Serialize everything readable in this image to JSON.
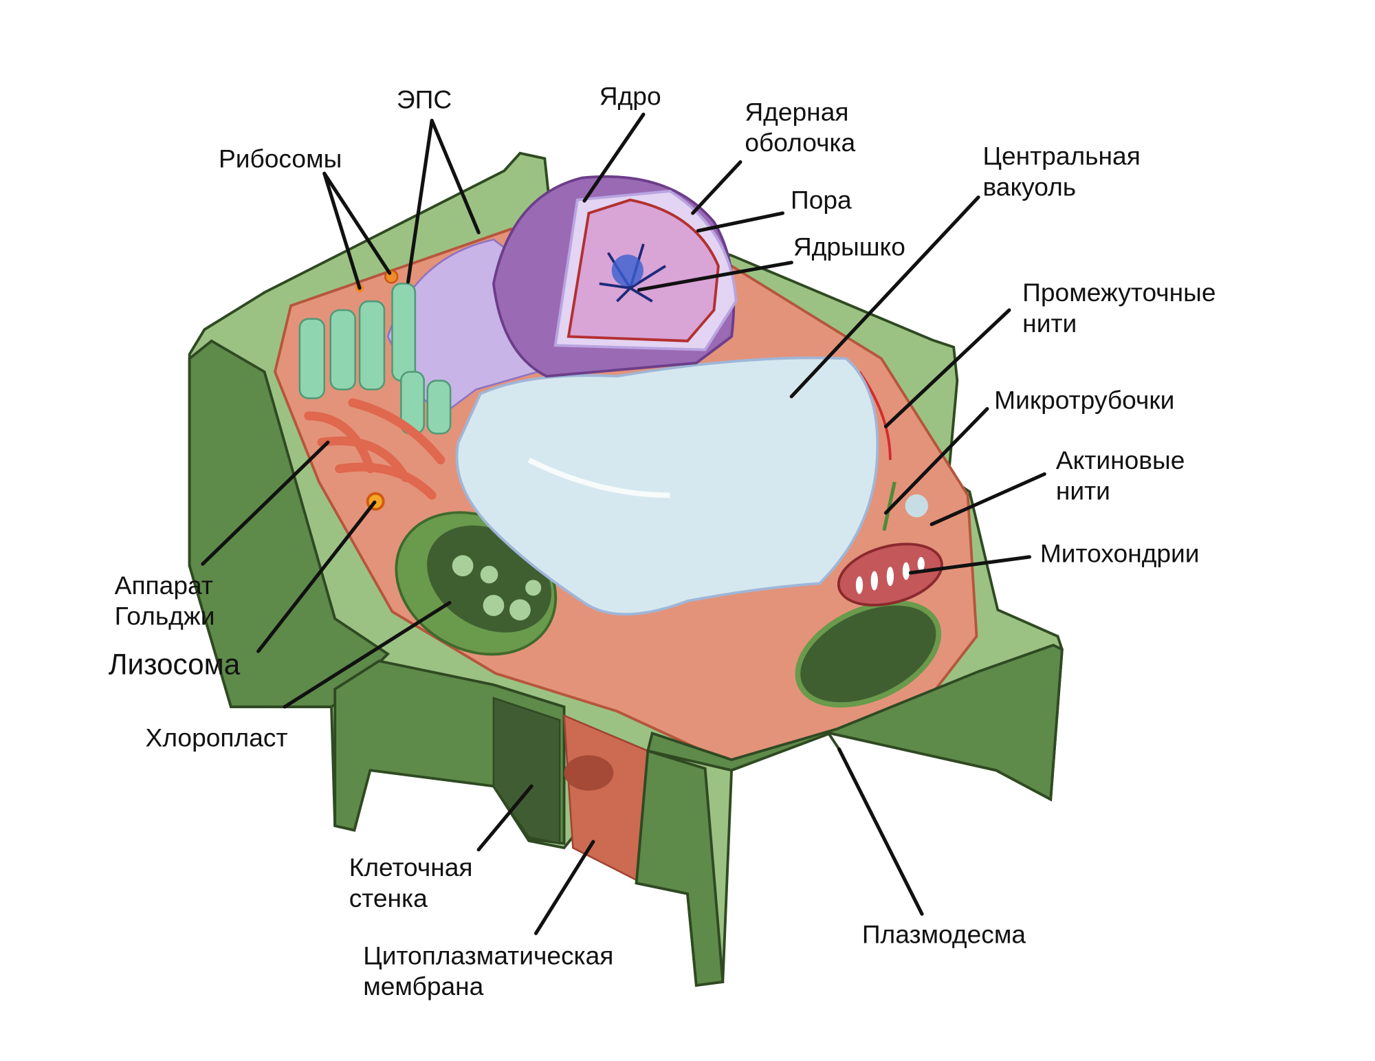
{
  "diagram": {
    "labels": {
      "ribosomes": "Рибосомы",
      "er": "ЭПС",
      "nucleus": "Ядро",
      "nuclear_envelope_1": "Ядерная",
      "nuclear_envelope_2": "оболочка",
      "central_vacuole_1": "Центральная",
      "central_vacuole_2": "вакуоль",
      "pore": "Пора",
      "nucleolus": "Ядрышко",
      "intermediate_filaments_1": "Промежуточные",
      "intermediate_filaments_2": "нити",
      "microtubules": "Микротрубочки",
      "actin_filaments_1": "Актиновые",
      "actin_filaments_2": "нити",
      "mitochondria": "Митохондрии",
      "golgi_1": "Аппарат",
      "golgi_2": "Гольджи",
      "lysosome": "Лизосома",
      "chloroplast": "Хлоропласт",
      "cell_wall_1": "Клеточная",
      "cell_wall_2": "стенка",
      "plasma_membrane_1": "Цитоплазматическая",
      "plasma_membrane_2": "мембрана",
      "plasmodesma": "Плазмодесма"
    },
    "colors": {
      "wall_dark": "#5e8a4a",
      "wall_light": "#9cc283",
      "cytoplasm": "#e3937a",
      "vacuole": "#d6e8ef",
      "nucleus": "#9b6ab5",
      "nucleoplasm": "#d9a4d6",
      "chloroplast": "#6a9a4c",
      "mitochondria": "#c4575a",
      "golgi": "#e0684e",
      "er": "#c8b4e6"
    }
  }
}
